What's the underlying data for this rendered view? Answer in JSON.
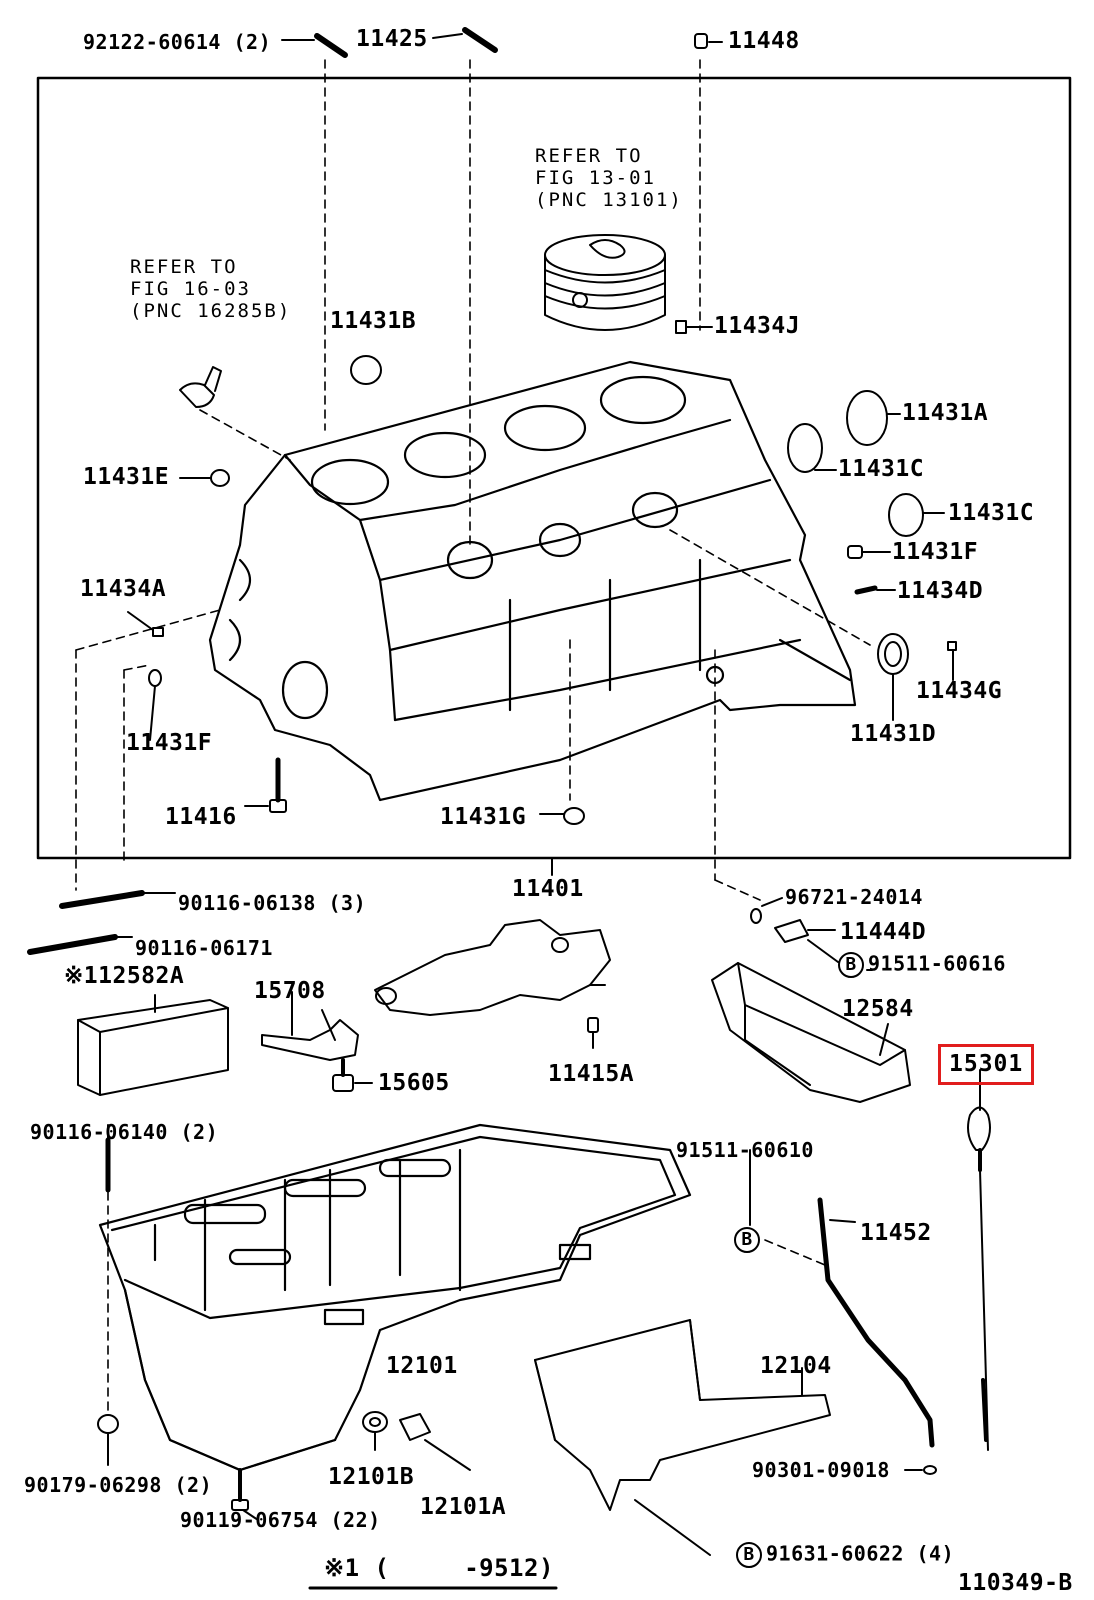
{
  "diagram": {
    "highlight_color": "#e11d1d",
    "references": {
      "fig13": [
        "REFER TO",
        "FIG 13-01",
        "(PNC 13101)"
      ],
      "fig16": [
        "REFER TO",
        "FIG 16-03",
        "(PNC 16285B)"
      ]
    },
    "parts": {
      "p92122": "92122-60614 (2)",
      "p11425": "11425",
      "p11448": "11448",
      "p11431B": "11431B",
      "p11434J": "11434J",
      "p11431A": "11431A",
      "p11431C_1": "11431C",
      "p11431C_2": "11431C",
      "p11431F_r": "11431F",
      "p11434D": "11434D",
      "p11434G": "11434G",
      "p11431D": "11431D",
      "p11431E": "11431E",
      "p11434A": "11434A",
      "p11431F_l": "11431F",
      "p11416": "11416",
      "p11431G": "11431G",
      "p11401": "11401",
      "p90116_06138": "90116-06138 (3)",
      "p90116_06171": "90116-06171",
      "p112582A": "※112582A",
      "p15708": "15708",
      "p15605": "15605",
      "p11415A": "11415A",
      "p96721": "96721-24014",
      "p11444D": "11444D",
      "p91511_60616": "91511-60616",
      "p12584": "12584",
      "p15301": "15301",
      "p90116_06140": "90116-06140 (2)",
      "p91511_60610": "91511-60610",
      "p11452": "11452",
      "p12101": "12101",
      "p12104": "12104",
      "p90301": "90301-09018",
      "p12101B": "12101B",
      "p12101A": "12101A",
      "p90179": "90179-06298 (2)",
      "p90119": "90119-06754 (22)",
      "p91631": "91631-60622 (4)"
    },
    "callout_b": "B",
    "footnote": "※1 (     -9512)",
    "figure_id": "110349-B"
  }
}
